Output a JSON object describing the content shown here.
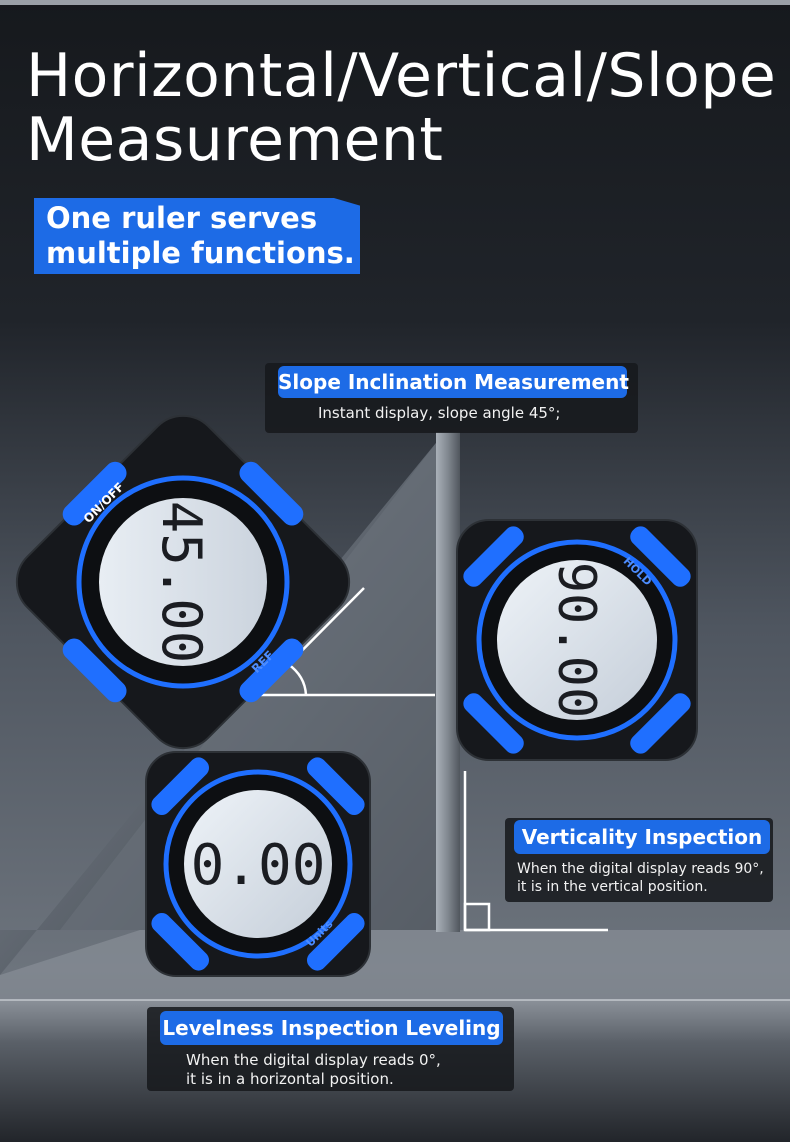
{
  "headline": {
    "line1": "Horizontal/Vertical/Slope",
    "line2": "Measurement"
  },
  "tagline": {
    "line1": "One ruler serves",
    "line2": "multiple functions."
  },
  "callouts": {
    "slope": {
      "title": "Slope Inclination Measurement",
      "line1": "Instant display, slope angle 45°;"
    },
    "vertical": {
      "title": "Verticality Inspection",
      "line1": "When the digital display reads 90°,",
      "line2": "it is in the vertical position."
    },
    "level": {
      "title": "Levelness Inspection Leveling",
      "line1": "When the digital display reads 0°,",
      "line2": "it is in a horizontal position."
    }
  },
  "devices": {
    "slope_reading": "45.00",
    "vertical_reading": "90.00",
    "level_reading": "0.00",
    "button_onoff": "ON/OFF",
    "button_hold": "HOLD",
    "button_units": "Units",
    "button_ref": "REF"
  },
  "colors": {
    "accent": "#1d6be6",
    "screen": "#dfe6ee",
    "device_body": "#16181c"
  }
}
